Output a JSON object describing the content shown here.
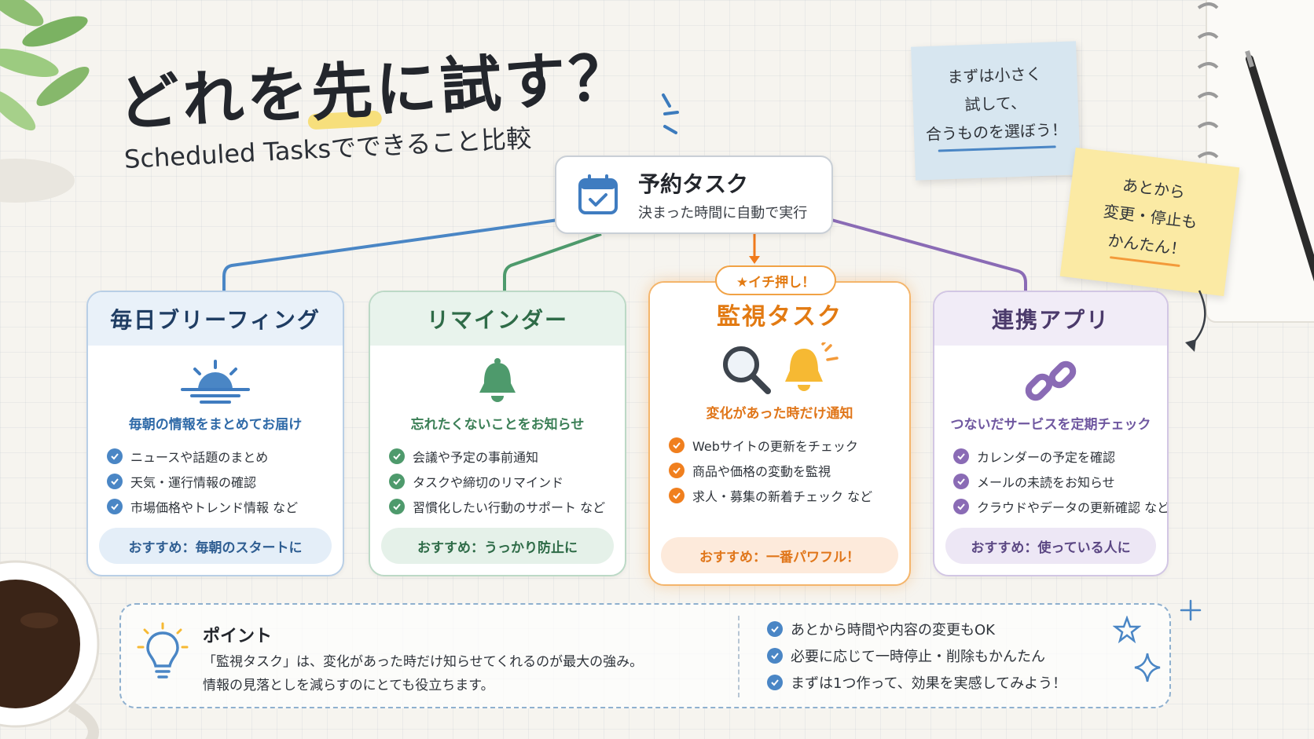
{
  "title": {
    "pre": "どれを",
    "highlight": "先",
    "post": "に試す？",
    "subtitle": "Scheduled Tasksでできること比較"
  },
  "sticky_notes": [
    {
      "lines": [
        "まずは小さく",
        "試して、",
        "合うものを選ぼう！"
      ]
    },
    {
      "lines": [
        "あとから",
        "変更・停止も",
        "かんたん！"
      ]
    }
  ],
  "center": {
    "title": "予約タスク",
    "desc": "決まった時間に自動で実行"
  },
  "badge": "★イチ押し！",
  "cards": [
    {
      "title": "毎日ブリーフィング",
      "lead": "毎朝の情報をまとめてお届け",
      "items": [
        "ニュースや話題のまとめ",
        "天気・運行情報の確認",
        "市場価格やトレンド情報 など"
      ],
      "rec": "おすすめ：毎朝のスタートに"
    },
    {
      "title": "リマインダー",
      "lead": "忘れたくないことをお知らせ",
      "items": [
        "会議や予定の事前通知",
        "タスクや締切のリマインド",
        "習慣化したい行動のサポート など"
      ],
      "rec": "おすすめ：うっかり防止に"
    },
    {
      "title": "監視タスク",
      "lead": "変化があった時だけ通知",
      "items": [
        "Webサイトの更新をチェック",
        "商品や価格の変動を監視",
        "求人・募集の新着チェック など"
      ],
      "rec": "おすすめ：一番パワフル！"
    },
    {
      "title": "連携アプリ",
      "lead": "つないだサービスを定期チェック",
      "items": [
        "カレンダーの予定を確認",
        "メールの未読をお知らせ",
        "クラウドやデータの更新確認 など"
      ],
      "rec": "おすすめ：使っている人に"
    }
  ],
  "point": {
    "title": "ポイント",
    "body": [
      "「監視タスク」は、変化があった時だけ知らせてくれるのが最大の強み。",
      "情報の見落としを減らすのにとても役立ちます。"
    ],
    "items": [
      "あとから時間や内容の変更もOK",
      "必要に応じて一時停止・削除もかんたん",
      "まずは1つ作って、効果を実感してみよう！"
    ]
  },
  "colors": {
    "blue": "#4a86c5",
    "green": "#4e9a6c",
    "orange": "#f39a3a",
    "purple": "#8a6bb5",
    "highlight": "#f7df7c"
  },
  "icons": [
    "sunrise-icon",
    "bell-icon",
    "magnifier-icon",
    "alert-bell-icon",
    "link-icon",
    "calendar-check-icon",
    "lightbulb-icon",
    "check-icon",
    "star-outline-icon",
    "sparkle-icon"
  ]
}
